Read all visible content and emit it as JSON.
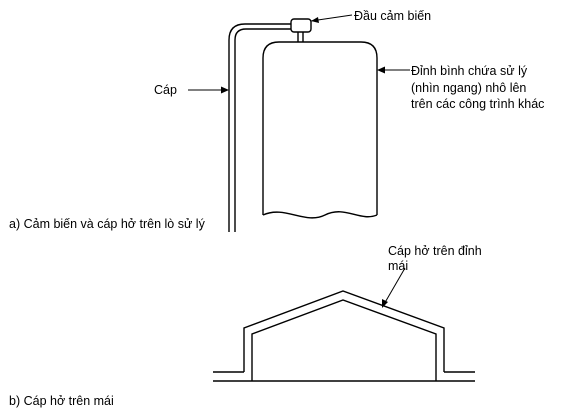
{
  "figure_a": {
    "sensor_label": "Đầu cảm biến",
    "cable_label": "Cáp",
    "tank_label_lines": [
      "Đỉnh bình chứa sử lý",
      "(nhìn ngang) nhô lên",
      "trên các công trình khác"
    ],
    "caption": "a) Cảm biến và cáp hở trên lò sử lý"
  },
  "figure_b": {
    "roof_label_lines": [
      "Cáp hở trên đỉnh",
      "mái"
    ],
    "caption": "b) Cáp hở trên mái"
  }
}
